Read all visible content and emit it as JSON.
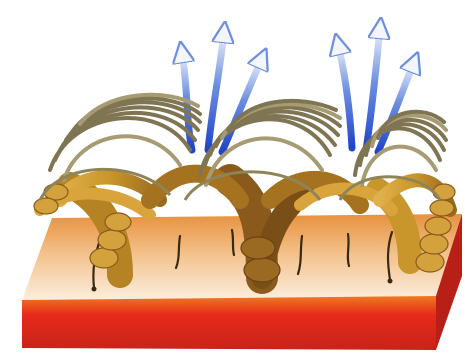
{
  "illustration": {
    "elements": [
      "photosphere-slab",
      "flux-tube-arcades",
      "open-field-arrows",
      "footpoint-tails"
    ]
  },
  "colors": {
    "background": "#ffffff",
    "slab_top_light": "#fbeede",
    "slab_top_mid": "#f3c089",
    "slab_top_dark": "#e7913f",
    "slab_front_red": "#e62a1a",
    "slab_front_orange": "#f07a22",
    "slab_side": "#c8231a",
    "tube_gold": "#c8962a",
    "tube_brown": "#9a6a23",
    "tube_dark_brown": "#7a4e17",
    "loop_gray_brown": "#7f7552",
    "loop_highlight": "#a69b73",
    "arrow_blue": "#1f43c9",
    "arrow_light": "#cfdcf2",
    "tail_dark": "#3a2a12"
  }
}
